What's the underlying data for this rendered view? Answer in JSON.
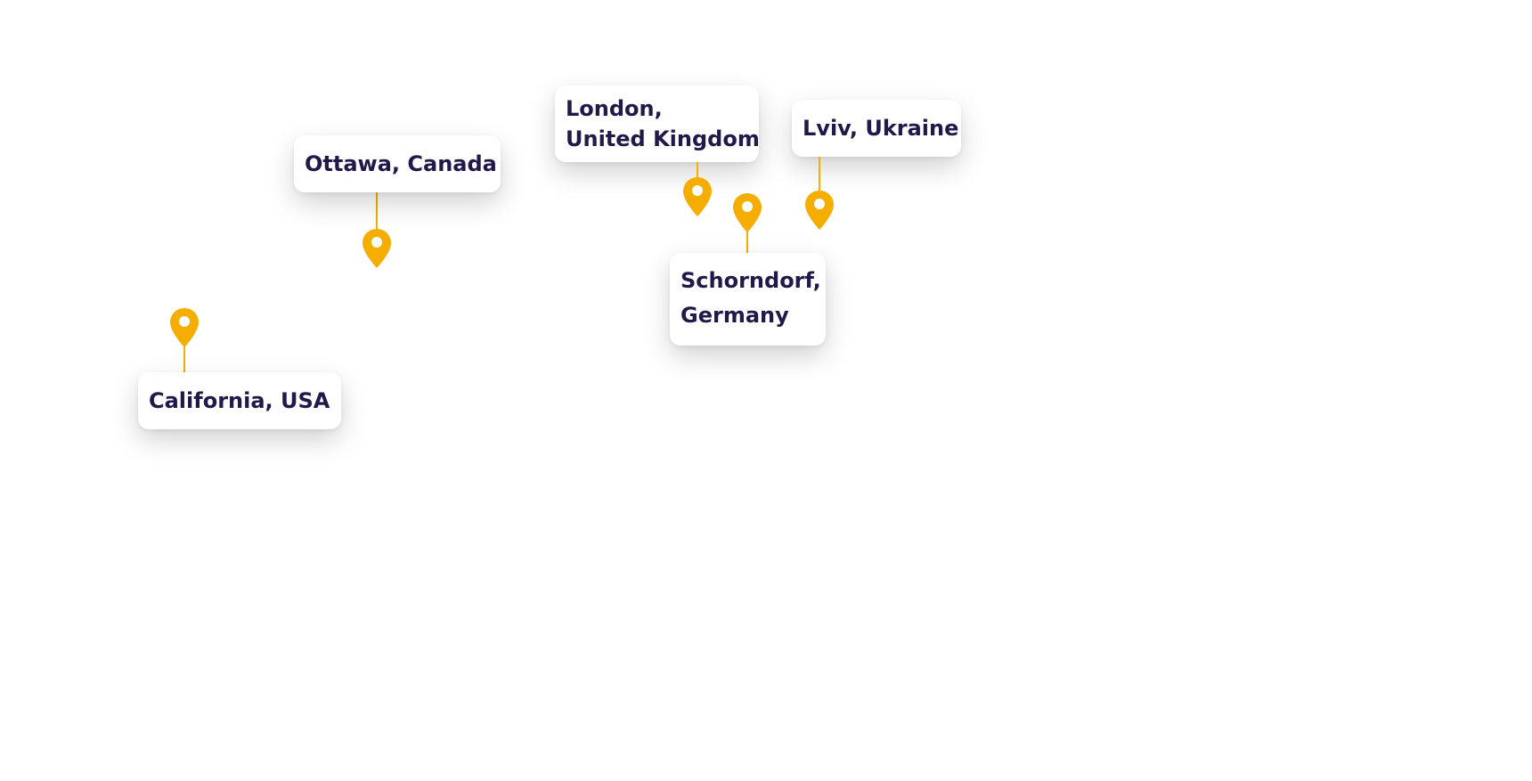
{
  "colors": {
    "pin": "#f5ad00",
    "pin_dot": "#ffffff",
    "label_text": "#22184a",
    "label_bg": "#ffffff"
  },
  "locations": [
    {
      "id": "california",
      "lines": [
        "California, USA"
      ],
      "icon": "map-pin-icon"
    },
    {
      "id": "ottawa",
      "lines": [
        "Ottawa, Canada"
      ],
      "icon": "map-pin-icon"
    },
    {
      "id": "london",
      "lines": [
        "London,",
        "United Kingdom"
      ],
      "icon": "map-pin-icon"
    },
    {
      "id": "lviv",
      "lines": [
        "Lviv, Ukraine"
      ],
      "icon": "map-pin-icon"
    },
    {
      "id": "schorndorf",
      "lines": [
        "Schorndorf,",
        "Germany"
      ],
      "icon": "map-pin-icon"
    }
  ]
}
